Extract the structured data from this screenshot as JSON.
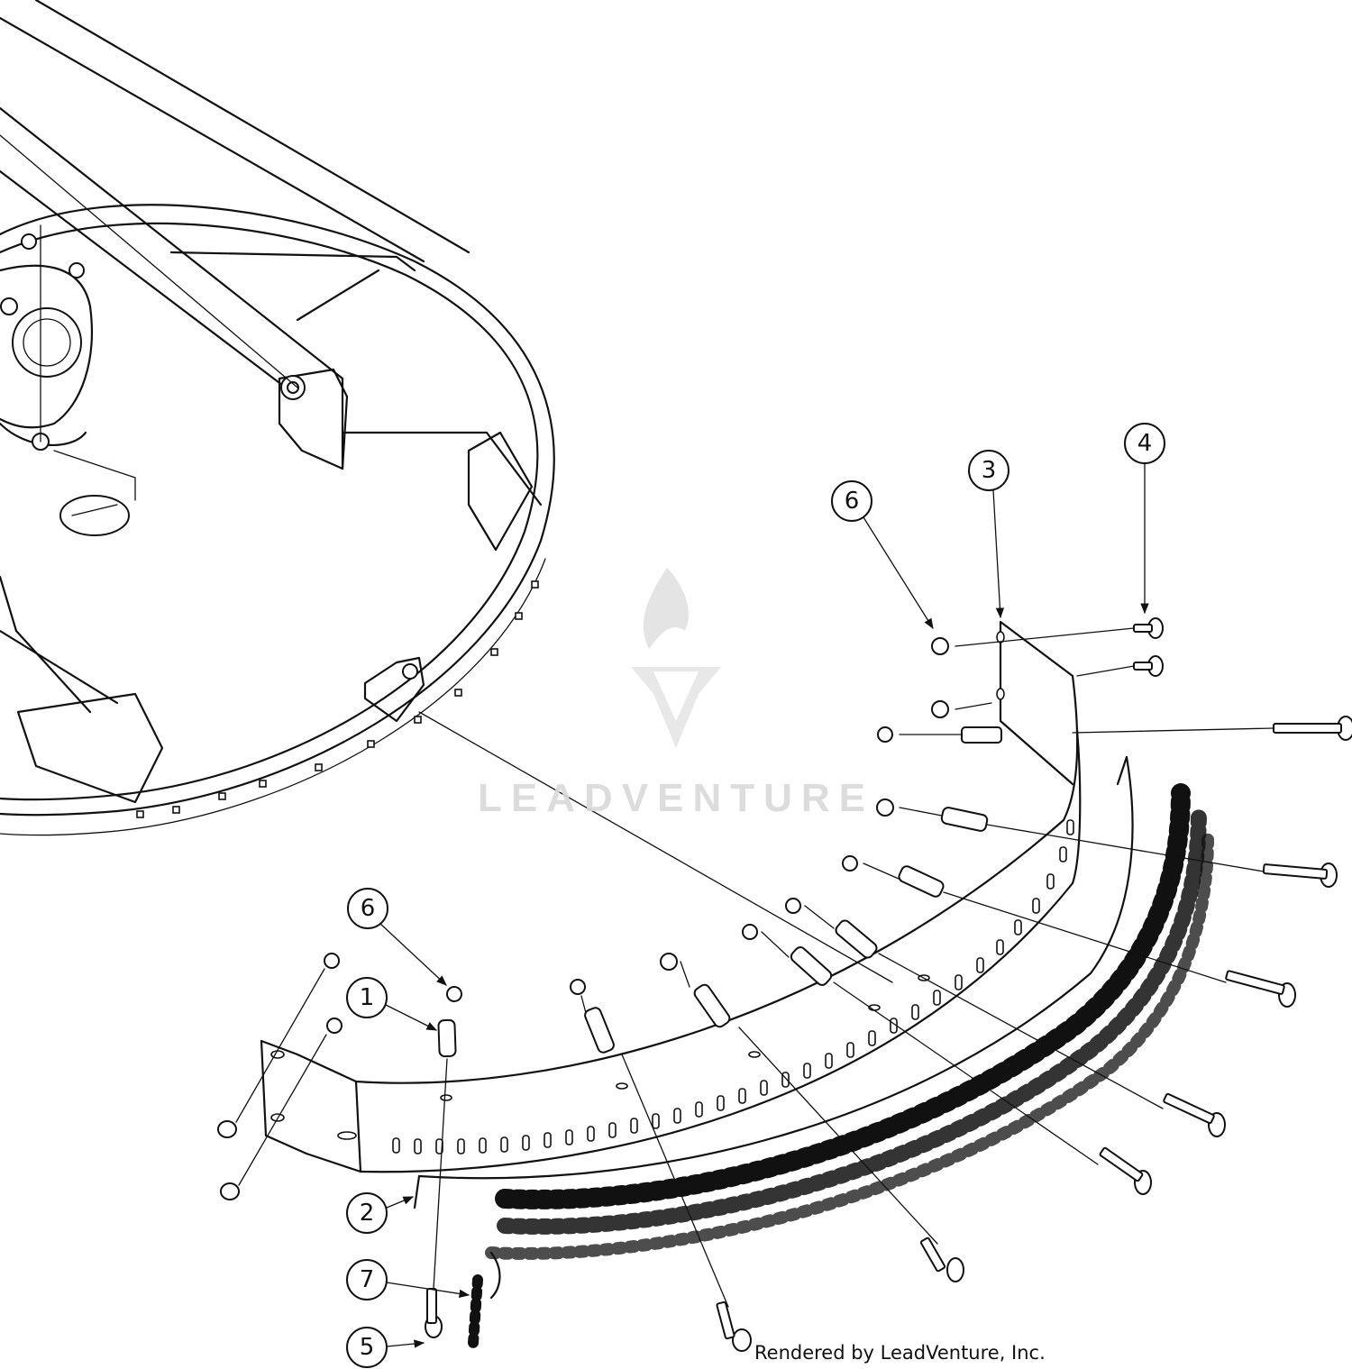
{
  "watermark": {
    "text": "LEADVENTURE",
    "color": "#d9d9d9"
  },
  "credit": "Rendered by LeadVenture, Inc.",
  "callouts": [
    {
      "id": "c6a",
      "label": "6"
    },
    {
      "id": "c3",
      "label": "3"
    },
    {
      "id": "c4",
      "label": "4"
    },
    {
      "id": "c6b",
      "label": "6"
    },
    {
      "id": "c1",
      "label": "1"
    },
    {
      "id": "c2",
      "label": "2"
    },
    {
      "id": "c7",
      "label": "7"
    },
    {
      "id": "c5",
      "label": "5"
    }
  ],
  "colors": {
    "line": "#111111",
    "background": "#ffffff"
  }
}
